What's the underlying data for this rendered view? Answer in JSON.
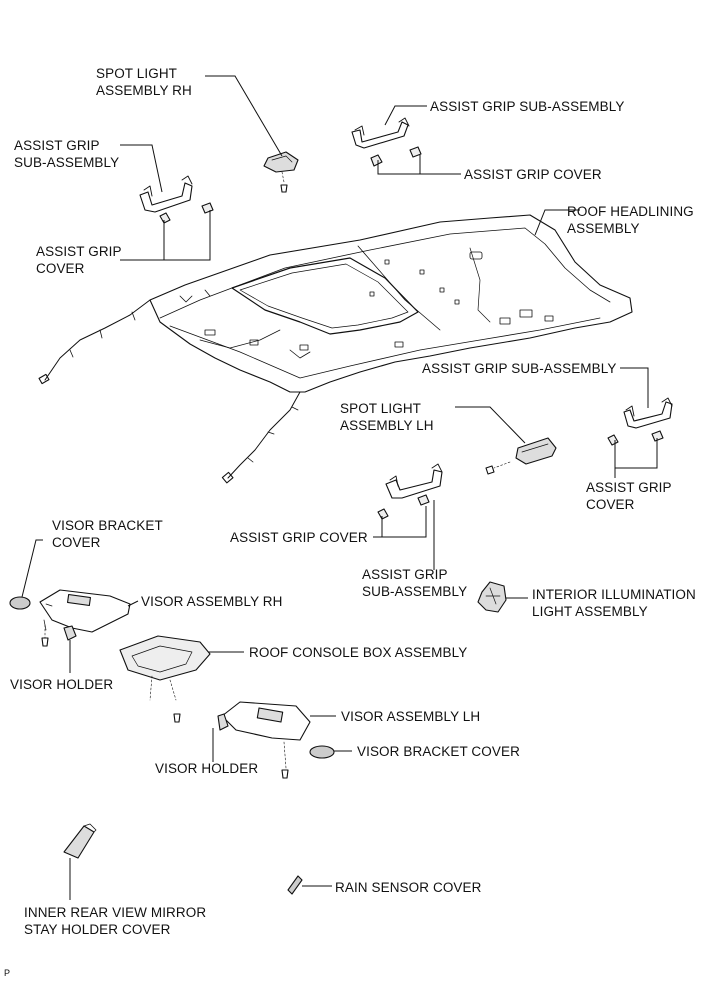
{
  "labels": {
    "spot_light_rh": [
      "SPOT LIGHT",
      "ASSEMBLY RH"
    ],
    "assist_grip_sub_top": "ASSIST GRIP SUB-ASSEMBLY",
    "assist_grip_cover_top": "ASSIST GRIP COVER",
    "assist_grip_sub_left": [
      "ASSIST GRIP",
      "SUB-ASSEMBLY"
    ],
    "roof_headlining": [
      "ROOF HEADLINING",
      "ASSEMBLY"
    ],
    "assist_grip_cover_left": [
      "ASSIST GRIP",
      "COVER"
    ],
    "assist_grip_sub_right": "ASSIST GRIP SUB-ASSEMBLY",
    "spot_light_lh": [
      "SPOT LIGHT",
      "ASSEMBLY LH"
    ],
    "assist_grip_cover_right": [
      "ASSIST GRIP",
      "COVER"
    ],
    "visor_bracket_cover_left": [
      "VISOR BRACKET",
      "COVER"
    ],
    "assist_grip_cover_mid": "ASSIST GRIP COVER",
    "assist_grip_sub_mid": [
      "ASSIST GRIP",
      "SUB-ASSEMBLY"
    ],
    "interior_illumination": [
      "INTERIOR ILLUMINATION",
      "LIGHT ASSEMBLY"
    ],
    "visor_assembly_rh": "VISOR ASSEMBLY RH",
    "roof_console_box": "ROOF CONSOLE BOX ASSEMBLY",
    "visor_holder_left": "VISOR HOLDER",
    "visor_assembly_lh": "VISOR ASSEMBLY LH",
    "visor_bracket_cover_right": "VISOR BRACKET COVER",
    "visor_holder_right": "VISOR HOLDER",
    "rain_sensor_cover": "RAIN SENSOR COVER",
    "mirror_stay_cover": [
      "INNER REAR VIEW MIRROR",
      "STAY HOLDER COVER"
    ]
  },
  "figure_code": "P"
}
